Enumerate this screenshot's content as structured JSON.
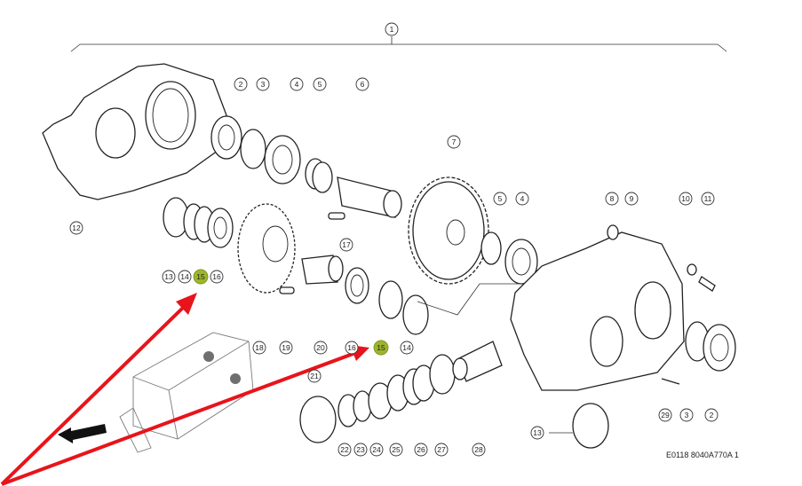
{
  "diagram": {
    "reference_code": "E0118 8040A770A 1",
    "highlight_color": "#9cb52c",
    "arrow_color": "#e8141b",
    "callouts": [
      {
        "label": "1"
      },
      {
        "label": "2"
      },
      {
        "label": "3"
      },
      {
        "label": "4"
      },
      {
        "label": "5"
      },
      {
        "label": "6"
      },
      {
        "label": "7"
      },
      {
        "label": "12"
      },
      {
        "label": "17"
      },
      {
        "label": "5"
      },
      {
        "label": "4"
      },
      {
        "label": "8"
      },
      {
        "label": "9"
      },
      {
        "label": "10"
      },
      {
        "label": "11"
      },
      {
        "label": "13"
      },
      {
        "label": "14"
      },
      {
        "label": "15",
        "highlighted": true
      },
      {
        "label": "16"
      },
      {
        "label": "18"
      },
      {
        "label": "19"
      },
      {
        "label": "20"
      },
      {
        "label": "16"
      },
      {
        "label": "15",
        "highlighted": true
      },
      {
        "label": "14"
      },
      {
        "label": "21"
      },
      {
        "label": "22"
      },
      {
        "label": "23"
      },
      {
        "label": "24"
      },
      {
        "label": "25"
      },
      {
        "label": "26"
      },
      {
        "label": "27"
      },
      {
        "label": "28"
      },
      {
        "label": "13"
      },
      {
        "label": "29"
      },
      {
        "label": "3"
      },
      {
        "label": "2"
      }
    ]
  }
}
